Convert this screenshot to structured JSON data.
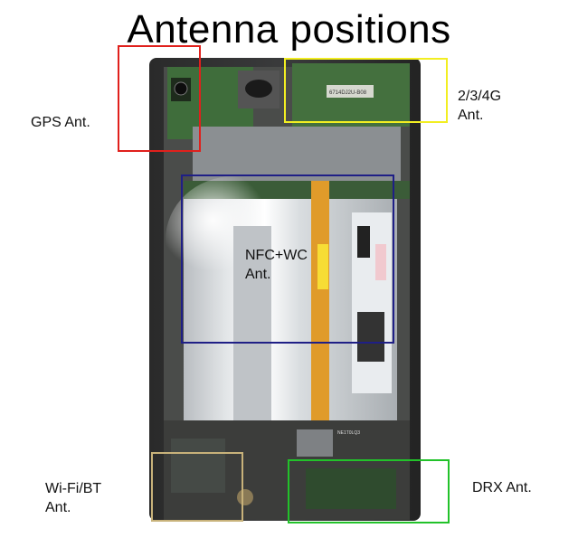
{
  "title": "Antenna positions",
  "labels": {
    "gps": "GPS Ant.",
    "cellular": "2/3/4G\nAnt.",
    "nfc": "NFC+WC\nAnt.",
    "wifi": "Wi-Fi/BT\nAnt.",
    "drx": "DRX Ant."
  },
  "pcb_text": {
    "module_code": "6714DJ2U-B08",
    "flex_code": "NE1T0LQ3"
  },
  "colors": {
    "gps_box": "#e0201c",
    "cellular_box": "#f2ee22",
    "nfc_box": "#1f1f86",
    "wifi_box": "#c8b27a",
    "drx_box": "#22c22a"
  }
}
